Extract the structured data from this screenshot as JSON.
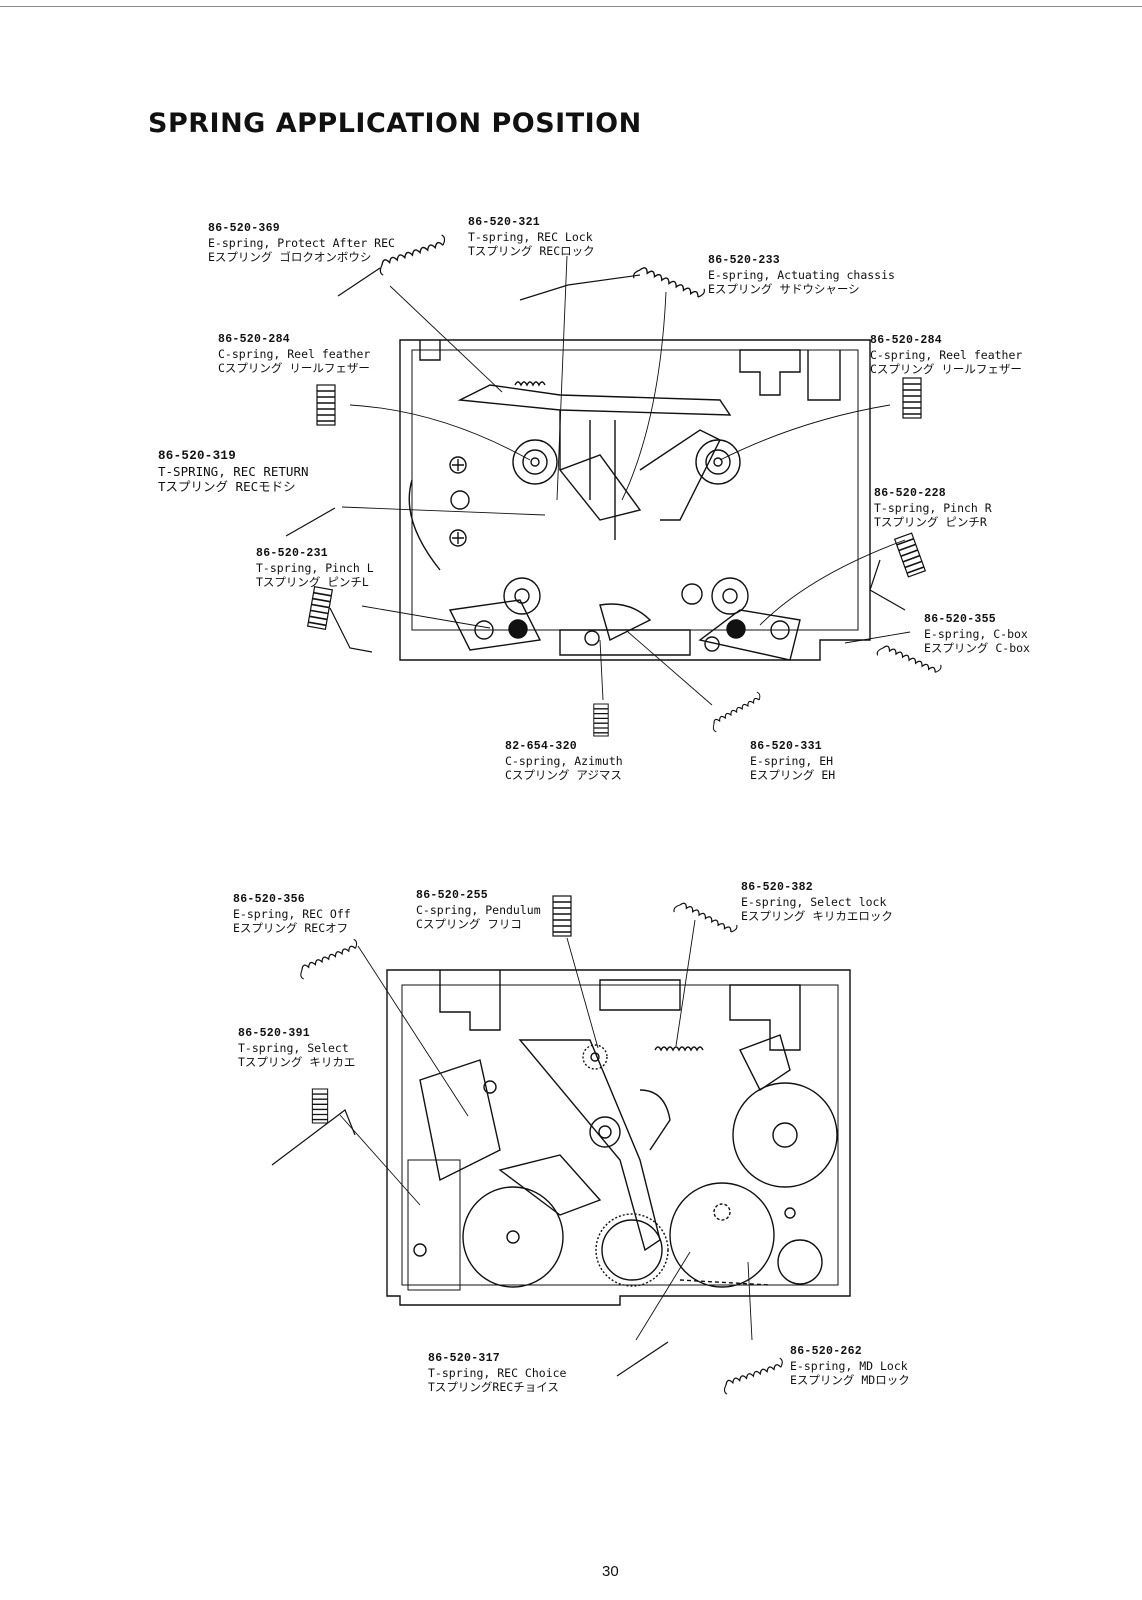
{
  "page": {
    "title": "SPRING  APPLICATION  POSITION",
    "page_number": "30"
  },
  "diagram1": {
    "labels": [
      {
        "id": "a",
        "part": "86-520-369",
        "en": "E-spring, Protect After REC",
        "jp": "Eスプリング ゴロクオンボウシ"
      },
      {
        "id": "b",
        "part": "86-520-321",
        "en": "T-spring, REC Lock",
        "jp": "Tスプリング RECロック"
      },
      {
        "id": "c",
        "part": "86-520-233",
        "en": "E-spring, Actuating chassis",
        "jp": "Eスプリング サドウシャーシ"
      },
      {
        "id": "d",
        "part": "86-520-284",
        "en": "C-spring, Reel feather",
        "jp": "Cスプリング リールフェザー"
      },
      {
        "id": "e",
        "part": "86-520-284",
        "en": "C-spring, Reel feather",
        "jp": "Cスプリング リールフェザー"
      },
      {
        "id": "f",
        "part": "86-520-319",
        "en": "T-SPRING, REC RETURN",
        "jp": "Tスプリング RECモドシ"
      },
      {
        "id": "g",
        "part": "86-520-228",
        "en": "T-spring, Pinch R",
        "jp": "Tスプリング ピンチR"
      },
      {
        "id": "h",
        "part": "86-520-231",
        "en": "T-spring, Pinch L",
        "jp": "Tスプリング ピンチL"
      },
      {
        "id": "i",
        "part": "86-520-355",
        "en": "E-spring, C-box",
        "jp": "Eスプリング C-box"
      },
      {
        "id": "j",
        "part": "82-654-320",
        "en": "C-spring, Azimuth",
        "jp": "Cスプリング アジマス"
      },
      {
        "id": "k",
        "part": "86-520-331",
        "en": "E-spring, EH",
        "jp": "Eスプリング EH"
      }
    ]
  },
  "diagram2": {
    "labels": [
      {
        "id": "l",
        "part": "86-520-356",
        "en": "E-spring, REC Off",
        "jp": "Eスプリング RECオフ"
      },
      {
        "id": "m",
        "part": "86-520-255",
        "en": "C-spring, Pendulum",
        "jp": "Cスプリング フリコ"
      },
      {
        "id": "n",
        "part": "86-520-382",
        "en": "E-spring, Select lock",
        "jp": "Eスプリング キリカエロック"
      },
      {
        "id": "o",
        "part": "86-520-391",
        "en": "T-spring, Select",
        "jp": "Tスプリング キリカエ"
      },
      {
        "id": "p",
        "part": "86-520-317",
        "en": "T-spring, REC Choice",
        "jp": "TスプリングRECチョイス"
      },
      {
        "id": "q",
        "part": "86-520-262",
        "en": "E-spring, MD Lock",
        "jp": "Eスプリング MDロック"
      }
    ]
  }
}
